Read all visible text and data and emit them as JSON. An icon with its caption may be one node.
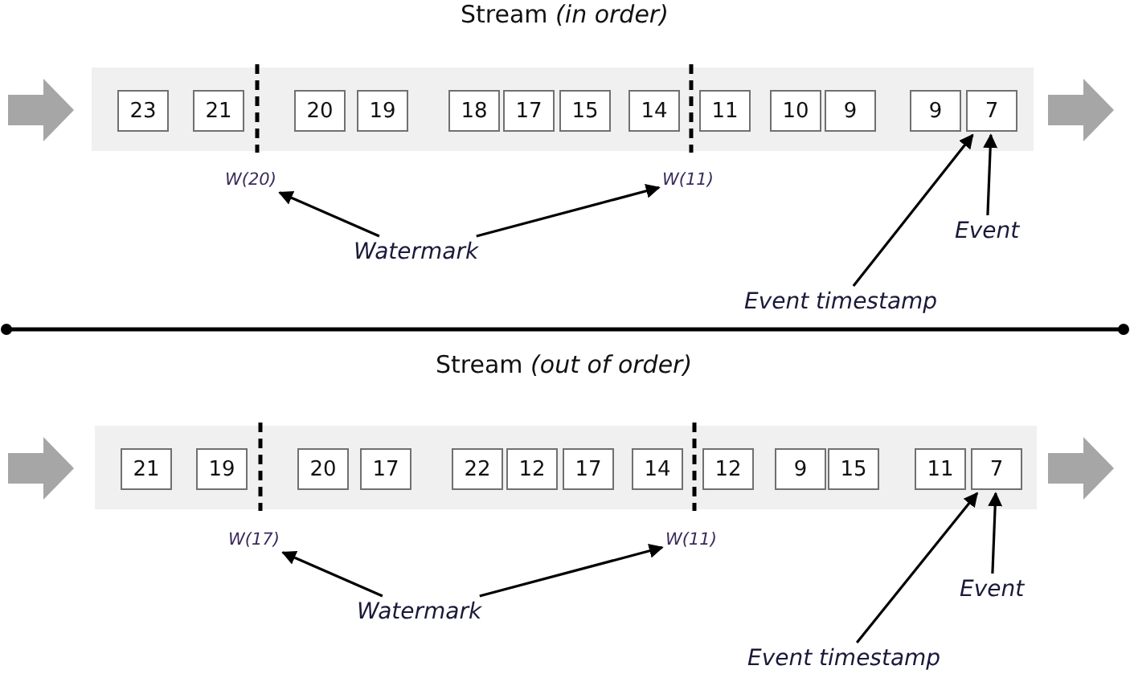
{
  "diagram": {
    "nodes": [
      {
        "text": [],
        "shape": "box"
      },
      {
        "text": [
          "23"
        ],
        "in": 0
      },
      {
        "text": [
          "21"
        ],
        "in": 0
      },
      {
        "text": [
          "20"
        ],
        "in": 0
      },
      {
        "text": [
          "19"
        ],
        "in": 0
      },
      {
        "text": [
          "18"
        ],
        "in": 0
      },
      {
        "text": [
          "17"
        ],
        "in": 0
      },
      {
        "text": [
          "15"
        ],
        "in": 0
      },
      {
        "text": [
          "14"
        ],
        "in": 0
      },
      {
        "text": [
          "11"
        ],
        "in": 0
      },
      {
        "text": [
          "10"
        ],
        "in": 0
      },
      {
        "text": [
          "9"
        ],
        "in": 0
      },
      {
        "text": [
          "9"
        ],
        "in": 0
      },
      {
        "text": [
          "7"
        ],
        "in": 0
      },
      {
        "text": [
          "W(20)"
        ]
      },
      {
        "text": [
          "W(11)"
        ]
      },
      {
        "text": [
          "Watermark"
        ]
      },
      {
        "text": [
          "Event timestamp"
        ]
      },
      {
        "text": [
          "Event"
        ]
      },
      {
        "text": [],
        "shape": "box"
      },
      {
        "text": [
          "21"
        ],
        "in": 19
      },
      {
        "text": [
          "19"
        ],
        "in": 19
      },
      {
        "text": [
          "20"
        ],
        "in": 19
      },
      {
        "text": [
          "17"
        ],
        "in": 19
      },
      {
        "text": [
          "22"
        ],
        "in": 19
      },
      {
        "text": [
          "12"
        ],
        "in": 19
      },
      {
        "text": [
          "17"
        ],
        "in": 19
      },
      {
        "text": [
          "14"
        ],
        "in": 19
      },
      {
        "text": [
          "12"
        ],
        "in": 19
      },
      {
        "text": [
          "9"
        ],
        "in": 19
      },
      {
        "text": [
          "15"
        ],
        "in": 19
      },
      {
        "text": [
          "11"
        ],
        "in": 19
      },
      {
        "text": [
          "7"
        ],
        "in": 19
      },
      {
        "text": [
          "W(17)"
        ]
      },
      {
        "text": [
          "W(11)"
        ]
      },
      {
        "text": [
          "Watermark"
        ]
      },
      {
        "text": [
          "Event timestamp"
        ]
      },
      {
        "text": [
          "Event"
        ]
      }
    ],
    "edges": [
      {
        "from": 16,
        "to": 14,
        "arrow": "to"
      },
      {
        "from": 16,
        "to": 15,
        "arrow": "to"
      },
      {
        "from": 17,
        "to": 13,
        "arrow": "to"
      },
      {
        "from": 18,
        "to": 13,
        "arrow": "to"
      },
      {
        "from": 35,
        "to": 33,
        "arrow": "to"
      },
      {
        "from": 35,
        "to": 34,
        "arrow": "to"
      },
      {
        "from": 36,
        "to": 32,
        "arrow": "to"
      },
      {
        "from": 37,
        "to": 32,
        "arrow": "to"
      }
    ],
    "labels": [
      "Stream *(in order)*",
      "Stream *(out of order)*"
    ]
  }
}
